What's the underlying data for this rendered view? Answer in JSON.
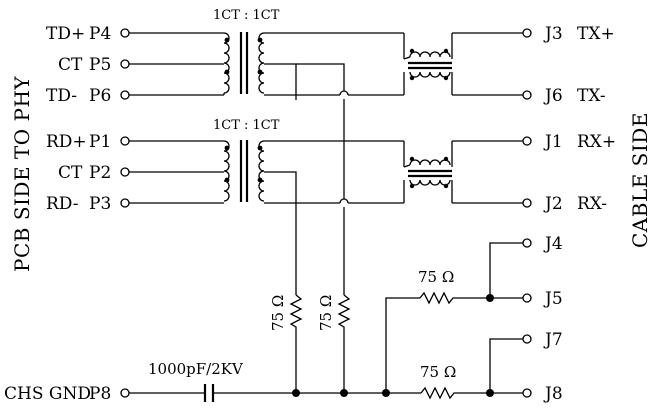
{
  "side_labels": {
    "left": "PCB SIDE TO PHY",
    "right": "CABLE SIDE"
  },
  "transformers": {
    "ratio_top": "1CT : 1CT",
    "ratio_bottom": "1CT : 1CT"
  },
  "left_pins": [
    {
      "signal": "TD+",
      "pin": "P4"
    },
    {
      "signal": "CT",
      "pin": "P5"
    },
    {
      "signal": "TD-",
      "pin": "P6"
    },
    {
      "signal": "RD+",
      "pin": "P1"
    },
    {
      "signal": "CT",
      "pin": "P2"
    },
    {
      "signal": "RD-",
      "pin": "P3"
    }
  ],
  "right_pins": [
    {
      "pin": "J3",
      "signal": "TX+"
    },
    {
      "pin": "J6",
      "signal": "TX-"
    },
    {
      "pin": "J1",
      "signal": "RX+"
    },
    {
      "pin": "J2",
      "signal": "RX-"
    },
    {
      "pin": "J4",
      "signal": ""
    },
    {
      "pin": "J5",
      "signal": ""
    },
    {
      "pin": "J7",
      "signal": ""
    },
    {
      "pin": "J8",
      "signal": ""
    }
  ],
  "ground": {
    "signal": "CHS GND",
    "pin": "P8"
  },
  "capacitor": {
    "label": "1000pF/2KV"
  },
  "resistors": {
    "r1": "75 Ω",
    "r2": "75 Ω",
    "r3": "75 Ω",
    "r4": "75 Ω"
  }
}
